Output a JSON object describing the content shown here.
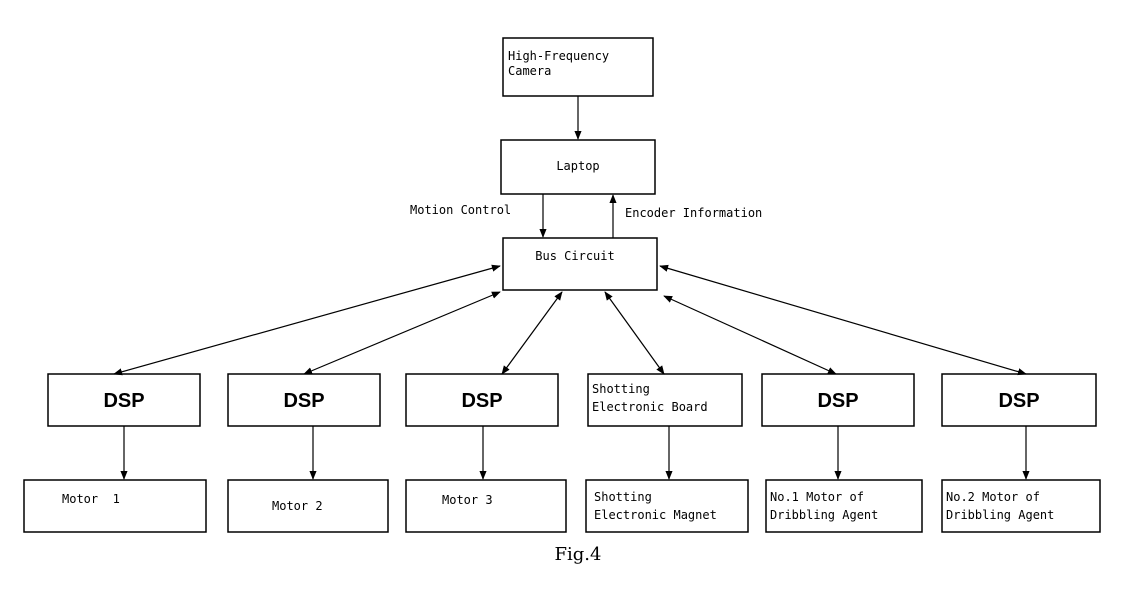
{
  "nodes": {
    "camera": {
      "lines": [
        "High-Frequency",
        "Camera"
      ]
    },
    "laptop": {
      "label": "Laptop"
    },
    "bus": {
      "label": "Bus Circuit"
    },
    "dsp1": {
      "label": "DSP"
    },
    "dsp2": {
      "label": "DSP"
    },
    "dsp3": {
      "label": "DSP"
    },
    "shotting_board": {
      "lines": [
        "Shotting",
        "Electronic Board"
      ]
    },
    "dsp4": {
      "label": "DSP"
    },
    "dsp5": {
      "label": "DSP"
    },
    "motor1": {
      "label": "Motor  1"
    },
    "motor2": {
      "label": "Motor 2"
    },
    "motor3": {
      "label": "Motor 3"
    },
    "shotting_magnet": {
      "lines": [
        "Shotting",
        "Electronic Magnet"
      ]
    },
    "dribble1": {
      "lines": [
        "No.1 Motor of",
        "Dribbling Agent"
      ]
    },
    "dribble2": {
      "lines": [
        "No.2 Motor of",
        "Dribbling Agent"
      ]
    }
  },
  "edges": {
    "motion_control": "Motion Control",
    "encoder_information": "Encoder Information"
  },
  "caption": "Fig.4"
}
